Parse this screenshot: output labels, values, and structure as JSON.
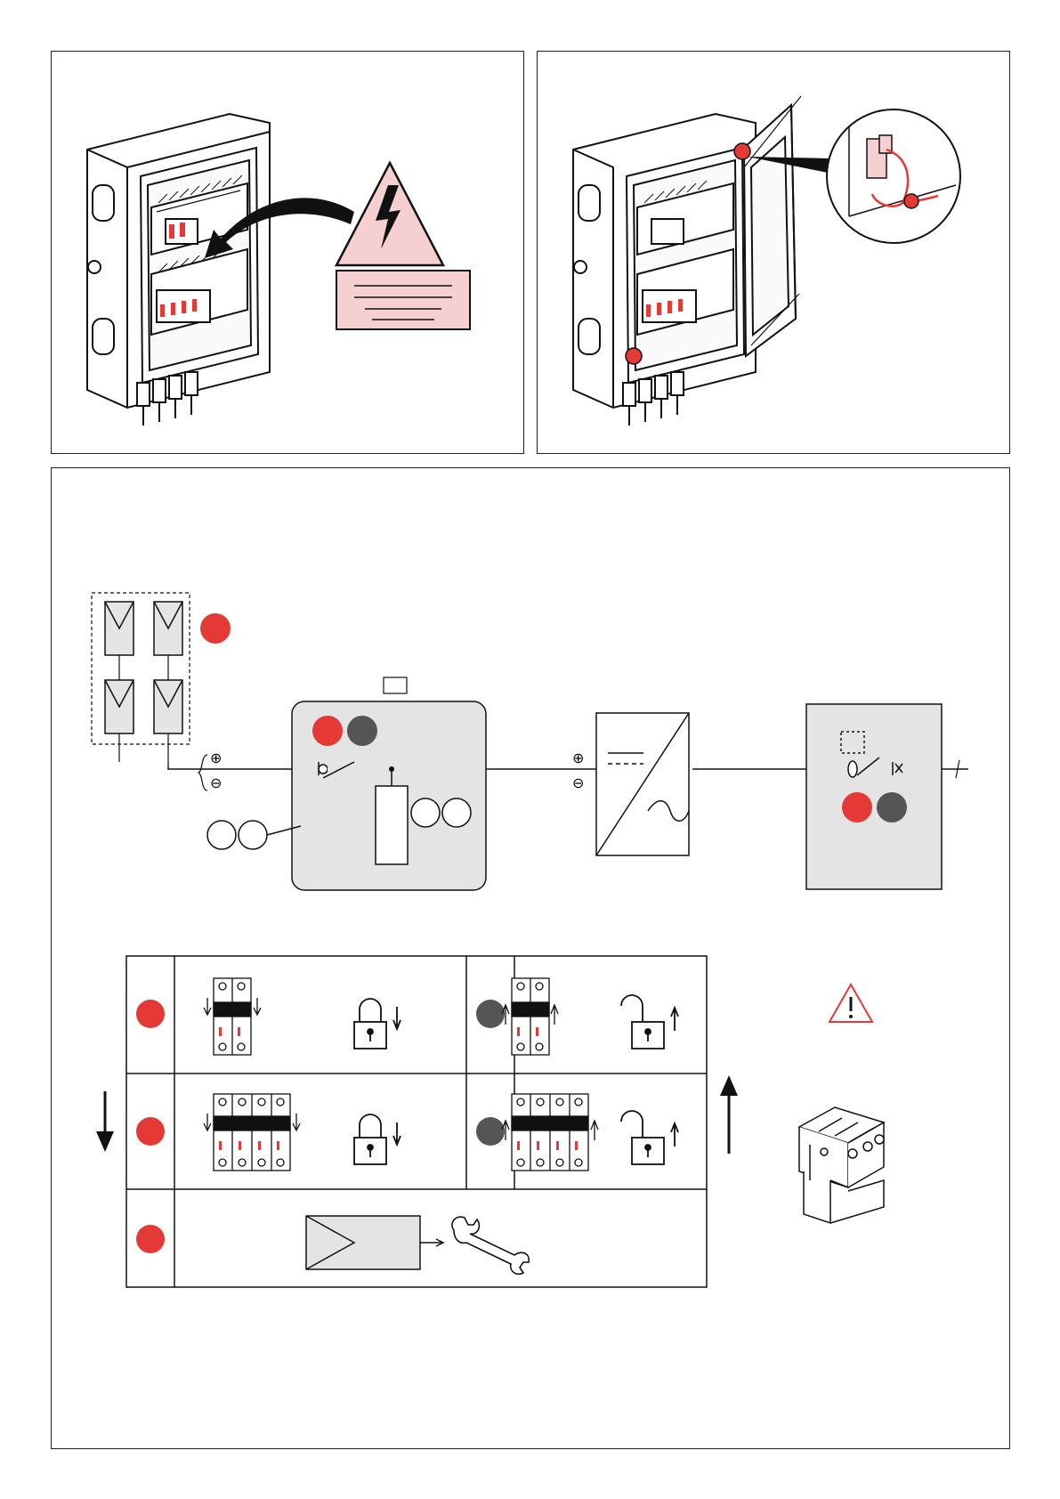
{
  "colors": {
    "red": "#e53935",
    "grey": "#555555",
    "panel_fill": "#e4e4e4",
    "warning_pink": "#f6cfd0",
    "line": "#111111"
  },
  "icons": {
    "top_left": [
      "enclosure-icon",
      "electric-hazard-sign-icon",
      "warning-label-icon",
      "arrow-icon"
    ],
    "top_right": [
      "enclosure-open-door-icon",
      "door-seal-detail-icon"
    ],
    "diagram": [
      "pv-module-icon",
      "dc-disconnector-icon",
      "surge-protector-icon",
      "inverter-icon",
      "ac-breaker-icon"
    ],
    "table": [
      "breaker-off-icon",
      "breaker-on-icon",
      "padlock-closed-icon",
      "padlock-open-icon",
      "down-arrow-icon",
      "up-arrow-icon",
      "warning-triangle-icon",
      "spd-module-icon",
      "wrench-icon"
    ]
  },
  "diagram": {
    "terminal_plus": "⊕",
    "terminal_minus": "⊖",
    "status_dots": [
      "red",
      "grey"
    ]
  },
  "procedure_table": {
    "rows": [
      {
        "dot": "red",
        "state": "off",
        "poles": 2,
        "lock": "closed"
      },
      {
        "dot": "grey",
        "state": "on",
        "poles": 2,
        "lock": "open"
      },
      {
        "dot": "red",
        "state": "off",
        "poles": 4,
        "lock": "closed"
      },
      {
        "dot": "grey",
        "state": "on",
        "poles": 4,
        "lock": "open"
      },
      {
        "dot": "red",
        "state": "replace",
        "tool": "wrench"
      }
    ]
  }
}
